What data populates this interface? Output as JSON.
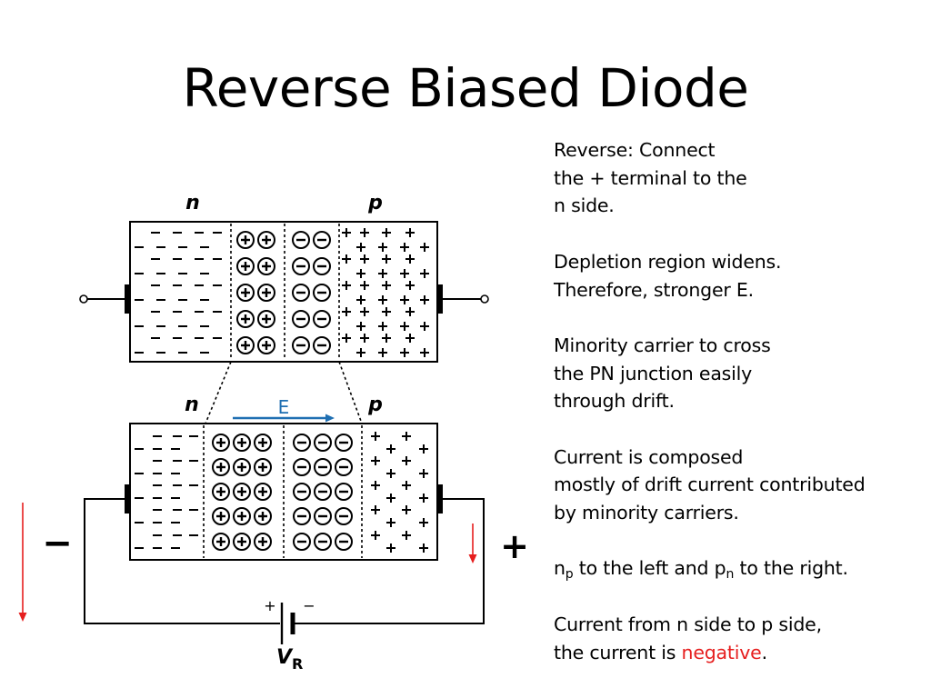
{
  "title": "Reverse Biased Diode",
  "diagram": {
    "top": {
      "n_label": "n",
      "p_label": "p"
    },
    "bottom": {
      "n_label": "n",
      "p_label": "p"
    },
    "field_label": "E",
    "minus_sign": "−",
    "plus_sign": "+",
    "battery_plus": "+",
    "battery_minus": "−",
    "battery_label_main": "V",
    "battery_label_sub": "R",
    "colors": {
      "field_arrow": "#1f6fb2",
      "current_arrow": "#e61e1e",
      "line": "#000000"
    }
  },
  "notes": {
    "para1": [
      "Reverse: Connect",
      "the + terminal to the",
      "n side."
    ],
    "para2": [
      "Depletion region widens.",
      "Therefore, stronger E."
    ],
    "para3": [
      "Minority carrier to cross",
      "the PN junction easily",
      "through drift."
    ],
    "para4": [
      "Current is composed",
      "mostly of drift current contributed",
      "by minority carriers."
    ],
    "para5": {
      "n": "n",
      "n_sub": "p",
      "mid": " to the left and p",
      "p_sub": "n",
      "end": " to the right."
    },
    "para6": {
      "line1": "Current from n side to p side,",
      "line2_start": "the current is ",
      "highlight": "negative",
      "line2_end": "."
    }
  }
}
